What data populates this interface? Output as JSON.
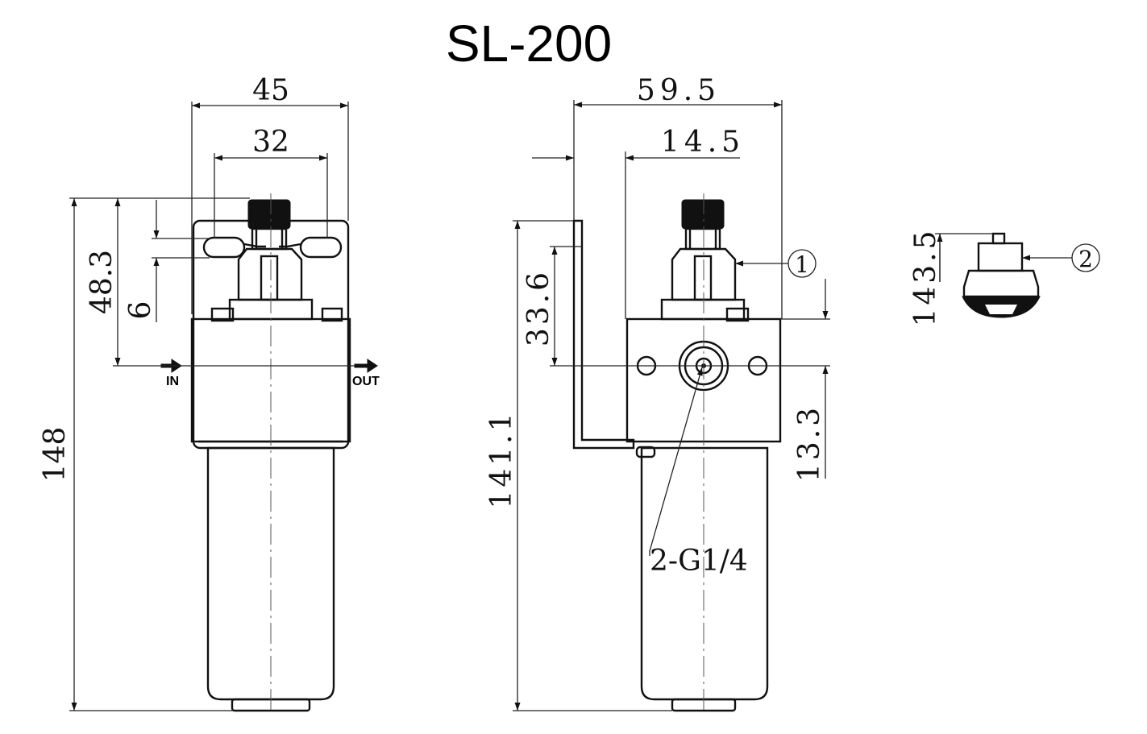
{
  "title": "SL-200",
  "front_view": {
    "dims": {
      "width_overall": "45",
      "width_mount": "32",
      "height_overall": "148",
      "height_port": "48.3",
      "height_slot": "6"
    },
    "port_in": "IN",
    "port_out": "OUT"
  },
  "side_view": {
    "dims": {
      "width_overall": "59.5",
      "offset": "14.5",
      "height_overall": "141.1",
      "height_port": "33.6",
      "height_lower": "13.3"
    },
    "port_callout": "2-G1/4",
    "callout_1": "1"
  },
  "detail_view": {
    "dims": {
      "height_overall": "143.5"
    },
    "callout_2": "2"
  }
}
